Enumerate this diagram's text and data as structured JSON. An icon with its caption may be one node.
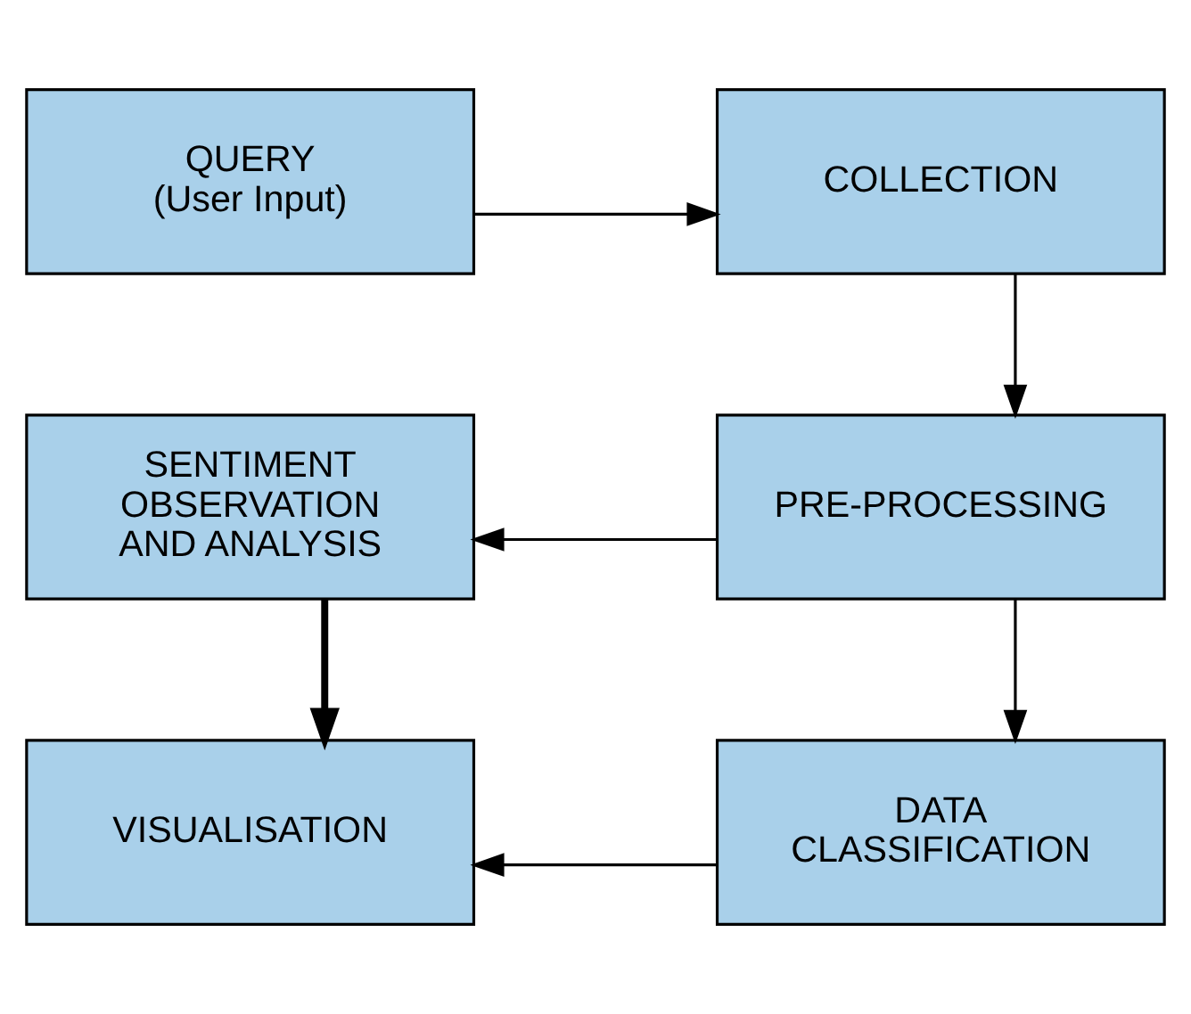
{
  "diagram": {
    "nodes": [
      {
        "text": [
          "QUERY",
          "(User Input)"
        ]
      },
      {
        "text": [
          "COLLECTION"
        ]
      },
      {
        "text": [
          "SENTIMENT OBSERVATION AND ANALYSIS"
        ]
      },
      {
        "text": [
          "PRE-PROCESSING"
        ]
      },
      {
        "text": [
          "VISUALISATION"
        ]
      },
      {
        "text": [
          "DATA CLASSIFICATION"
        ]
      }
    ],
    "edges": [
      {
        "from": 0,
        "to": 1,
        "arrow": "to"
      },
      {
        "from": 1,
        "to": 3,
        "arrow": "to"
      },
      {
        "from": 3,
        "to": 2,
        "arrow": "to"
      },
      {
        "from": 2,
        "to": 4,
        "arrow": "to",
        "style": "thick"
      },
      {
        "from": 3,
        "to": 5,
        "arrow": "to"
      },
      {
        "from": 5,
        "to": 4,
        "arrow": "to"
      }
    ]
  }
}
